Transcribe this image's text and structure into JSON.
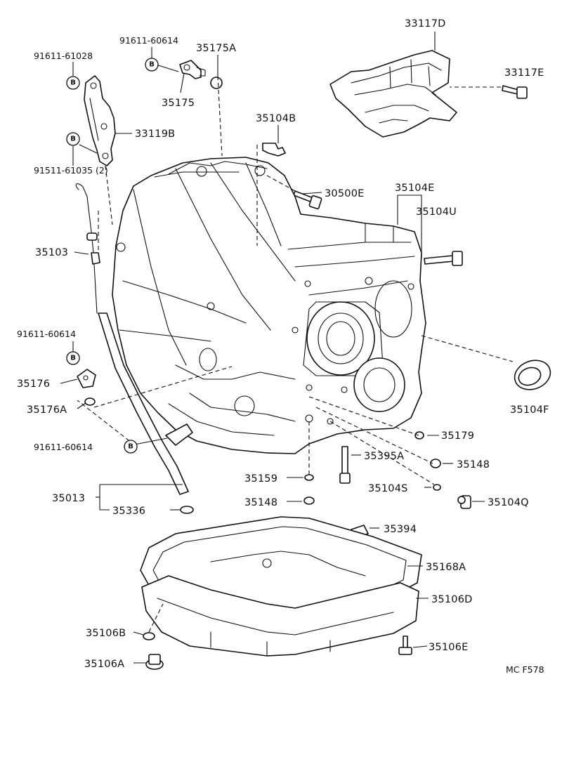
{
  "diagram_code": "MC F578",
  "badge_letter": "B",
  "labels": {
    "p33117D": "33117D",
    "p33117E": "33117E",
    "p91611_61028": "91611-61028",
    "p91611_60614_top": "91611-60614",
    "p35175A": "35175A",
    "p35175": "35175",
    "p33119B": "33119B",
    "p91511_61035": "91511-61035 (2)",
    "p35104B": "35104B",
    "p30500E": "30500E",
    "p35104E": "35104E",
    "p35104U": "35104U",
    "p35103": "35103",
    "p91611_60614_mid": "91611-60614",
    "p35176": "35176",
    "p35176A": "35176A",
    "p35104F": "35104F",
    "p91611_60614_low": "91611-60614",
    "p35179": "35179",
    "p35395A": "35395A",
    "p35148_a": "35148",
    "p35159": "35159",
    "p35104S": "35104S",
    "p35013": "35013",
    "p35148_b": "35148",
    "p35104Q": "35104Q",
    "p35336": "35336",
    "p35394": "35394",
    "p35168A": "35168A",
    "p35106D": "35106D",
    "p35106B": "35106B",
    "p35106E": "35106E",
    "p35106A": "35106A"
  }
}
